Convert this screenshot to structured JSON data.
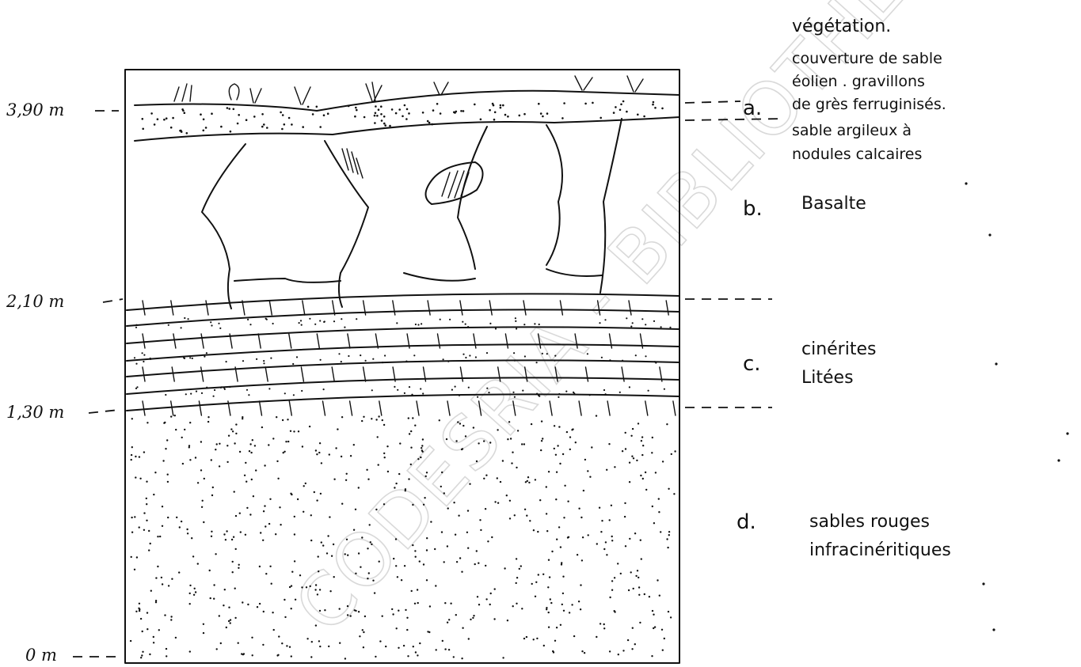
{
  "watermark": "CODESRIA - BIBLIOTHEQUE",
  "depths": [
    {
      "id": "top",
      "label": "3,90 m"
    },
    {
      "id": "basalt-base",
      "label": "2,10 m"
    },
    {
      "id": "cinerite-base",
      "label": "1,30 m"
    },
    {
      "id": "bottom",
      "label": "0 m"
    }
  ],
  "annotation_top": {
    "vegetation": "végétation.",
    "line1": "couverture de sable",
    "line2": "éolien . gravillons",
    "line3": "de grès ferruginisés.",
    "line4": "sable argileux à",
    "line5": "nodules calcaires"
  },
  "layers": [
    {
      "letter": "a.",
      "lines": []
    },
    {
      "letter": "b.",
      "lines": [
        "Basalte"
      ]
    },
    {
      "letter": "c.",
      "lines": [
        "cinérites",
        "Litées"
      ]
    },
    {
      "letter": "d.",
      "lines": [
        "sables rouges",
        "infracinéritiques"
      ]
    }
  ]
}
